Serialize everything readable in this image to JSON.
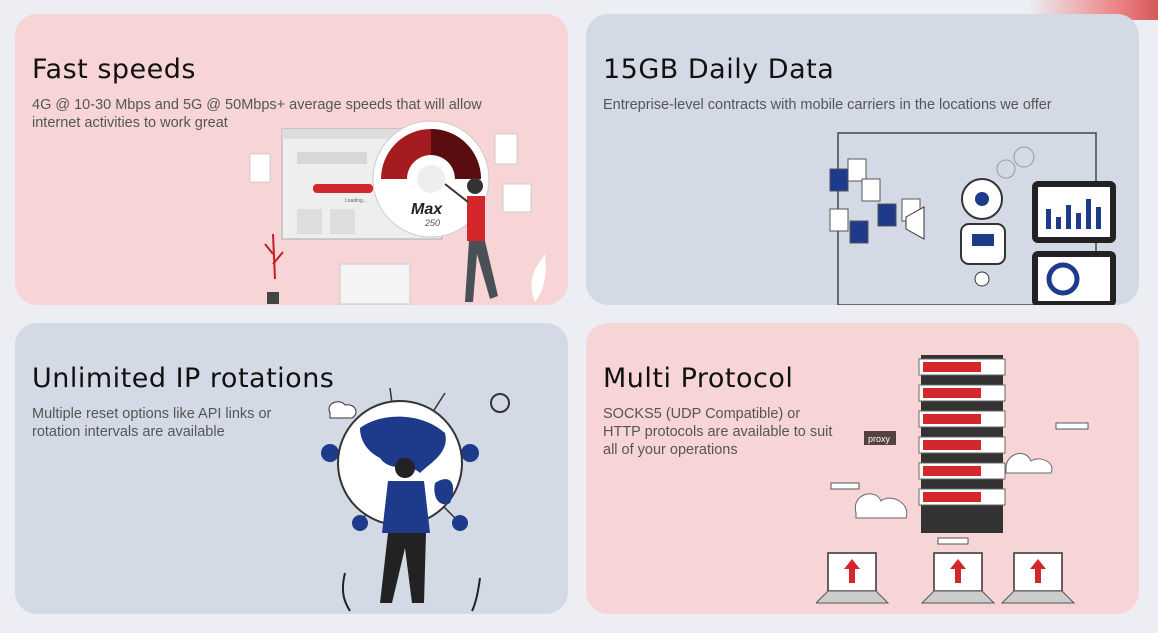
{
  "cards": [
    {
      "title": "Fast speeds",
      "description": "4G @ 10-30 Mbps and 5G @ 50Mbps+ average speeds that will allow internet activities to work great",
      "gauge_label": "Max",
      "gauge_value": "250",
      "loading_text": "Loading..."
    },
    {
      "title": "15GB Daily Data",
      "description": "Entreprise-level contracts with mobile carriers in the locations we offer"
    },
    {
      "title": "Unlimited IP rotations",
      "description": "Multiple reset options like API links or rotation intervals are available"
    },
    {
      "title": "Multi Protocol",
      "description": "SOCKS5 (UDP Compatible) or HTTP protocols are available to suit all of your operations",
      "proxy_label": "proxy"
    }
  ],
  "colors": {
    "pink_card": "#f7d5d6",
    "blue_card": "#d3dae6",
    "accent_red": "#d3272b",
    "navy": "#1e3a8a"
  }
}
